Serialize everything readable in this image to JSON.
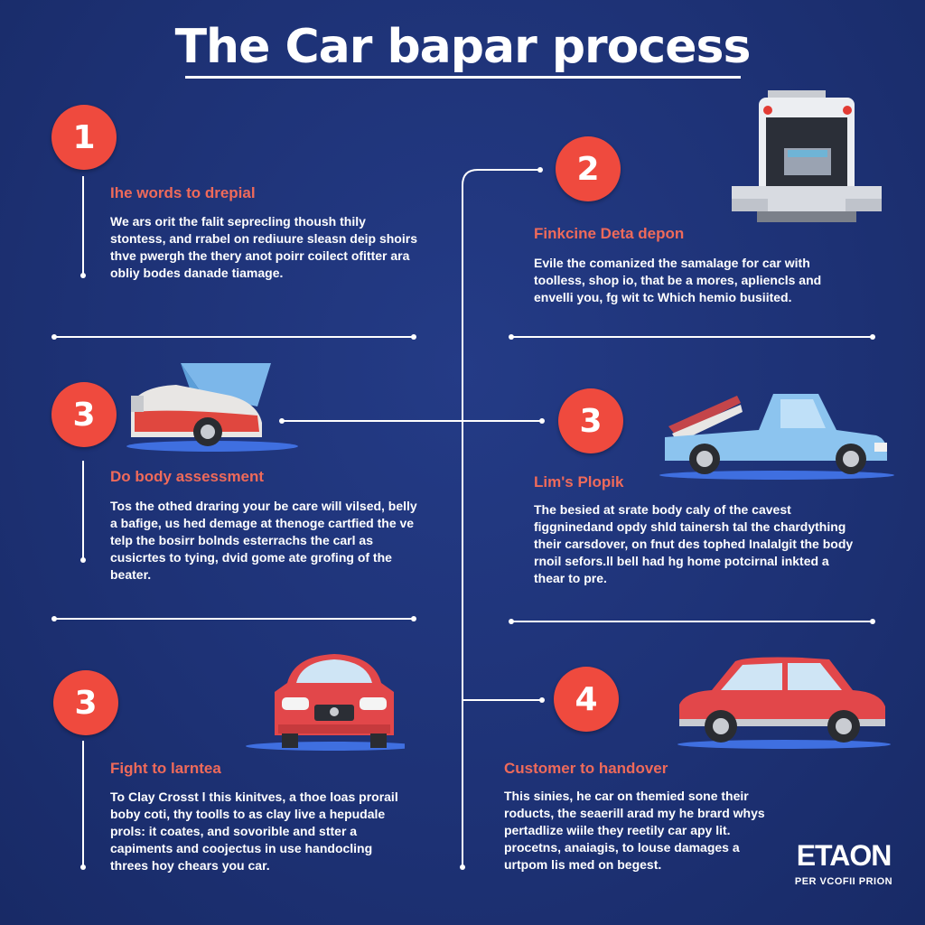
{
  "title": "The Car bapar process",
  "steps": [
    {
      "number": "1",
      "title": "Ihe words to drepial",
      "body": "We ars orit the falit seprecling thoush thily stontess, and rrabel on rediuure sleasn deip shoirs thve pwergh the thery anot poirr coilect ofitter ara obliy bodes danade tiamage."
    },
    {
      "number": "2",
      "title": "Finkcine Deta depon",
      "body": "Evile the comanized the samalage for car with toolless, shop io, that be a mores, apliencls and envelli you, fg wit tc Which hemio busiited."
    },
    {
      "number": "3",
      "title": "Do body assessment",
      "body": "Tos the othed draring your be care will vilsed, belly a bafige, us hed demage at thenoge cartfied the ve telp the bosirr bolnds esterrachs the carl as cusicrtes to tying, dvid gome ate grofing of the beater."
    },
    {
      "number": "3",
      "title": "Lim's Plopik",
      "body": "The besied at srate body caly of the cavest figgninedand opdy shld tainersh tal the chardything their carsdover, on fnut des tophed Inalalgit the body rnoil sefors.ll bell had hg home potcirnal inkted a thear to pre."
    },
    {
      "number": "3",
      "title": "Fight to larntea",
      "body": "To Clay Crosst l this kinitves, a thoe loas prorail boby coti, thy toolls to as clay live a hepudale prols: it coates, and sovorible and stter a capiments and coojectus in use handocling threes hoy chears you car."
    },
    {
      "number": "4",
      "title": "Customer to handover",
      "body": "This sinies, he car on themied sone their roducts, the seaerill arad my he brard whys pertadlize wiile they reetily car apy lit. procetns, anaiagis, to louse damages a urtpom lis med on begest."
    }
  ],
  "brand": {
    "logo": "ETAON",
    "tagline": "PER VCOFII PRION"
  },
  "colors": {
    "background": "#1f3478",
    "accent": "#ef4a3e",
    "step_title": "#ef6a5a",
    "text": "#ffffff"
  },
  "illustrations": {
    "step_1": "tow-truck-icon",
    "step_3a": "car-hood-open-icon",
    "step_3b": "pickup-truck-icon",
    "step_3c": "red-car-front-icon",
    "step_4": "red-sedan-icon"
  }
}
